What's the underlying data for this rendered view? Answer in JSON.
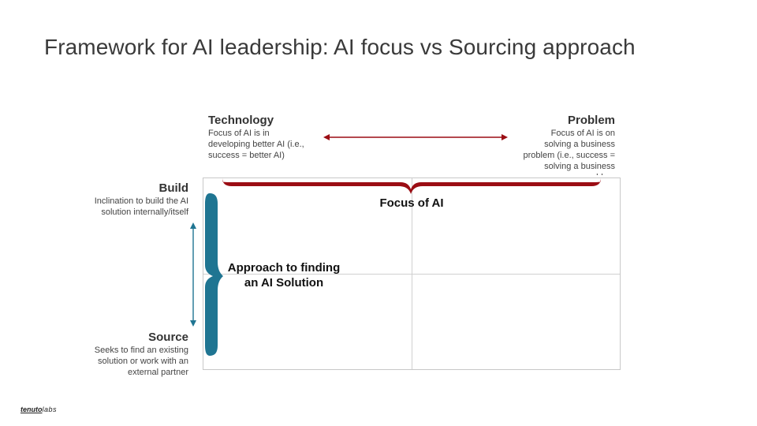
{
  "title": "Framework for AI leadership: AI focus vs Sourcing approach",
  "horizontal_axis": {
    "name": "Focus of AI",
    "left": {
      "heading": "Technology",
      "description": "Focus of AI is in\ndeveloping better AI (i.e.,\nsuccess = better AI)"
    },
    "right": {
      "heading": "Problem",
      "description": "Focus of AI is on\nsolving a business\nproblem (i.e., success =\nsolving a business\nproblem"
    },
    "color": "#9b0d14"
  },
  "vertical_axis": {
    "name": "Approach to finding\nan AI Solution",
    "top": {
      "heading": "Build",
      "description": "Inclination to build the AI\nsolution internally/itself"
    },
    "bottom": {
      "heading": "Source",
      "description": "Seeks to find an existing\nsolution or work with an\nexternal partner"
    },
    "color": "#1f7592"
  },
  "logo": {
    "part1": "tenuto",
    "part2": "labs"
  }
}
